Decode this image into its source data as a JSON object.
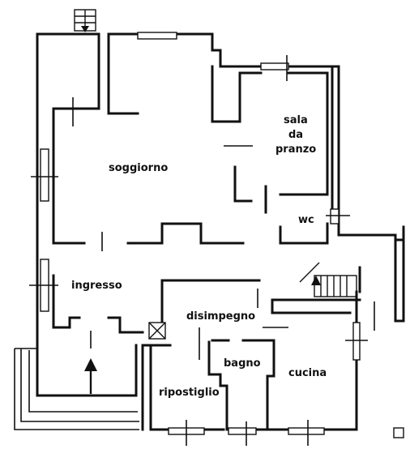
{
  "rooms": {
    "soggiorno": "soggiorno",
    "sala_line1": "sala",
    "sala_line2": "da",
    "sala_line3": "pranzo",
    "wc": "wc",
    "ingresso": "ingresso",
    "disimpegno": "disimpegno",
    "bagno": "bagno",
    "cucina": "cucina",
    "ripostiglio": "ripostiglio"
  },
  "colors": {
    "ink": "#111111",
    "paper": "#ffffff"
  },
  "icons": [
    "entrance-arrow-icon",
    "chimney-grid-icon",
    "stairs-icon",
    "shaft-x-icon",
    "corner-square-icon"
  ]
}
